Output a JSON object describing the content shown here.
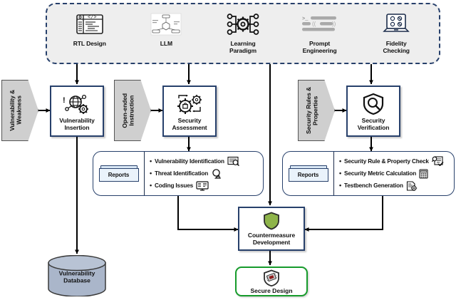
{
  "diagram": {
    "title": "LLM-based hardware security assessment and verification flow",
    "colors": {
      "banner_border": "#27406b",
      "banner_fill": "#eeeeee",
      "box_border": "#27406b",
      "chevron_fill": "#cfcfcf",
      "database_fill": "#aab6ca",
      "secure_border": "#169b2b",
      "shield_green": "#8eb44a",
      "line": "#000000"
    }
  },
  "banner": {
    "items": [
      {
        "label": "RTL Design",
        "icon": "code-window-icon"
      },
      {
        "label": "LLM",
        "icon": "neural-network-diagram-icon"
      },
      {
        "label": "Learning\nParadigm",
        "icon": "gear-network-icon"
      },
      {
        "label": "Prompt\nEngineering",
        "icon": "terminal-prompt-icon"
      },
      {
        "label": "Fidelity\nChecking",
        "icon": "laptop-check-icon"
      }
    ]
  },
  "inputs": [
    {
      "id": "vulnerability-weakness",
      "label": "Vulnerability &\nWeakness"
    },
    {
      "id": "open-ended-instruction",
      "label": "Open-ended\nInstruction"
    },
    {
      "id": "security-rules-properties",
      "label": "Security Rules &\nProperties"
    }
  ],
  "processes": [
    {
      "id": "vulnerability-insertion",
      "label": "Vulnerability\nInsertion",
      "icon": "bug-network-icon"
    },
    {
      "id": "security-assessment",
      "label": "Security\nAssessment",
      "icon": "gears-lock-icon"
    },
    {
      "id": "security-verification",
      "label": "Security\nVerification",
      "icon": "shield-search-icon"
    }
  ],
  "report_groups": [
    {
      "id": "assessment-reports",
      "card_label": "Reports",
      "items": [
        {
          "text": "Vulnerability Identification",
          "icon": "bug-magnifier-icon"
        },
        {
          "text": "Threat Identification",
          "icon": "threat-alert-icon"
        },
        {
          "text": "Coding Issues",
          "icon": "monitor-code-icon"
        }
      ]
    },
    {
      "id": "verification-reports",
      "card_label": "Reports",
      "items": [
        {
          "text": "Security Rule & Property Check",
          "icon": "checklist-magnifier-icon"
        },
        {
          "text": "Security Metric Calculation",
          "icon": "calculator-icon"
        },
        {
          "text": "Testbench Generation",
          "icon": "document-gear-icon"
        }
      ]
    }
  ],
  "database": {
    "id": "vulnerability-database",
    "label": "Vulnerability\nDatabase"
  },
  "countermeasure": {
    "id": "countermeasure-development",
    "label": "Countermeasure\nDevelopment",
    "icon": "green-shield-icon"
  },
  "output": {
    "id": "secure-design",
    "label": "Secure Design",
    "icon": "shield-chip-icon"
  }
}
